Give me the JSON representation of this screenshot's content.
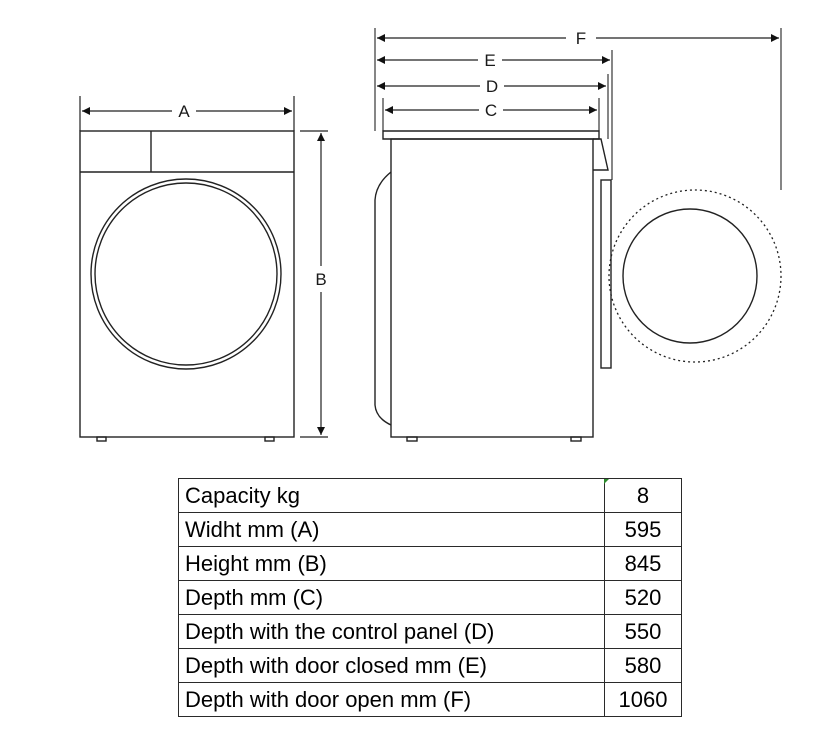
{
  "dimension_labels": {
    "a": "A",
    "b": "B",
    "c": "C",
    "d": "D",
    "e": "E",
    "f": "F"
  },
  "specs": [
    {
      "label": "Capacity kg",
      "value": "8"
    },
    {
      "label": "Widht mm (A)",
      "value": "595"
    },
    {
      "label": "Height mm (B)",
      "value": "845"
    },
    {
      "label": "Depth mm (C)",
      "value": "520"
    },
    {
      "label": "Depth with the control panel (D)",
      "value": "550"
    },
    {
      "label": "Depth with door closed mm (E)",
      "value": "580"
    },
    {
      "label": "Depth with door open mm (F)",
      "value": "1060"
    }
  ]
}
